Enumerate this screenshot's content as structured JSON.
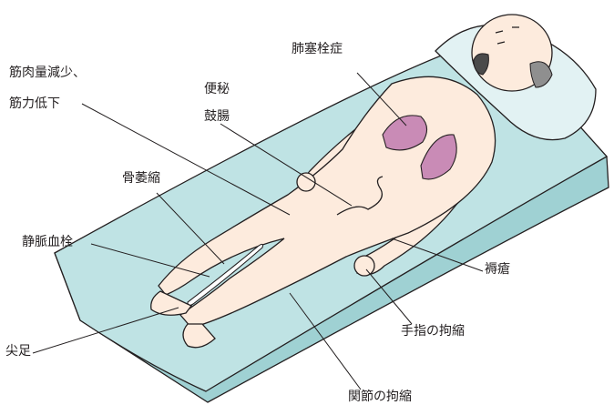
{
  "labels": {
    "pulmonary_embolism": "肺塞栓症",
    "muscle_loss_line1": "筋肉量減少、",
    "muscle_loss_line2": "筋力低下",
    "constipation_line1": "便秘",
    "constipation_line2": "鼓腸",
    "bone_atrophy": "骨萎縮",
    "venous_thrombosis": "静脈血栓",
    "pressure_sore": "褥瘡",
    "finger_contracture": "手指の拘縮",
    "foot_drop": "尖足",
    "joint_contracture": "関節の拘縮"
  },
  "colors": {
    "mattress": "#bfe3e4",
    "mattress_side": "#9fd1d3",
    "pillow": "#e2f2f3",
    "skin": "#fdebdd",
    "lungs": "#c98bb6",
    "hair": "#8f8f8f",
    "outline": "#231f20"
  }
}
